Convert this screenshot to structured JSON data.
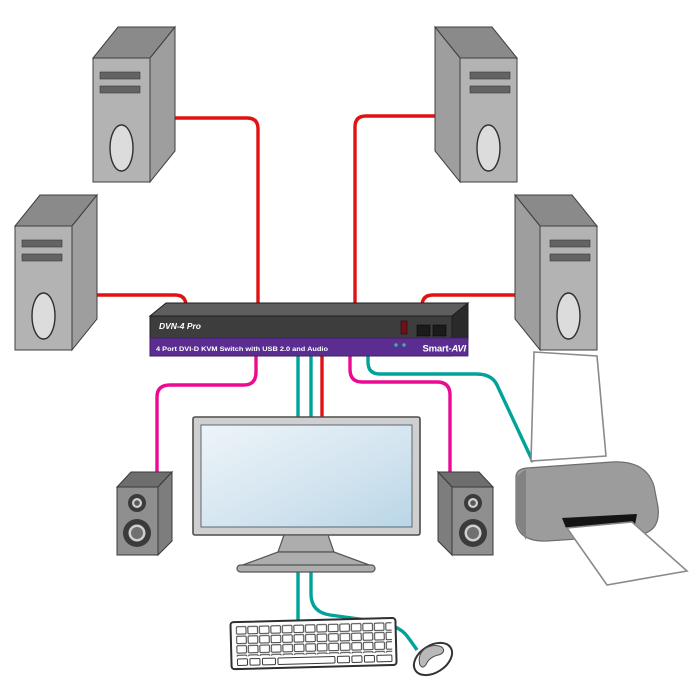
{
  "device": {
    "model": "DVN-4 Pro",
    "band_label": "4 Port DVI-D KVM Switch with USB 2.0 and Audio",
    "brand_prefix": "Smart-",
    "brand_suffix": "AVI"
  },
  "colors": {
    "cable_computer": "#e11212",
    "cable_audio": "#ec0a93",
    "cable_usb": "#00a39a",
    "band_purple": "#5c2d91",
    "switch_body": "#3d3d3d",
    "led_red": "#701019",
    "indicator_green": "#35b6a5"
  }
}
